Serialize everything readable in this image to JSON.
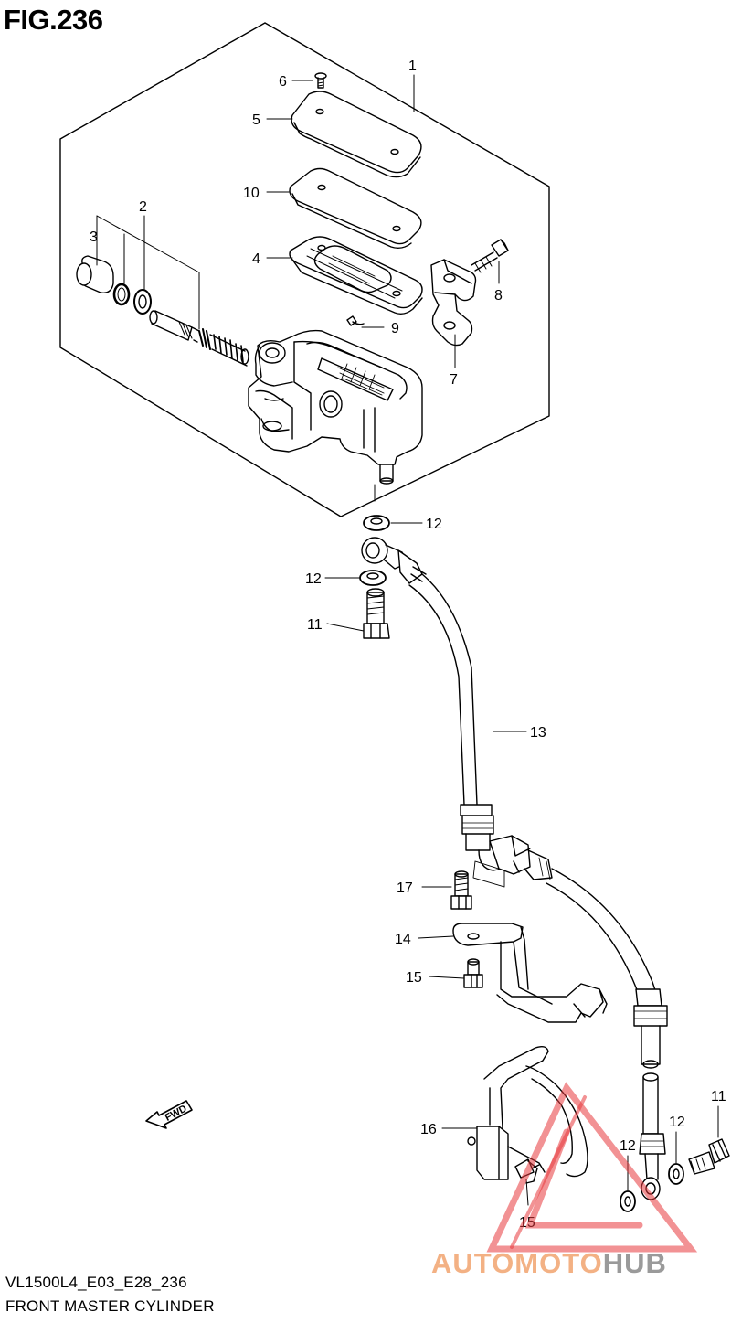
{
  "figure": {
    "title": "FIG.236",
    "model_code": "VL1500L4_E03_E28_236",
    "caption": "FRONT MASTER CYLINDER"
  },
  "callouts": [
    {
      "id": "c1",
      "label": "1"
    },
    {
      "id": "c2",
      "label": "2"
    },
    {
      "id": "c3",
      "label": "3"
    },
    {
      "id": "c4",
      "label": "4"
    },
    {
      "id": "c5",
      "label": "5"
    },
    {
      "id": "c6",
      "label": "6"
    },
    {
      "id": "c7",
      "label": "7"
    },
    {
      "id": "c8",
      "label": "8"
    },
    {
      "id": "c9",
      "label": "9"
    },
    {
      "id": "c10",
      "label": "10"
    },
    {
      "id": "c11a",
      "label": "11"
    },
    {
      "id": "c11b",
      "label": "11"
    },
    {
      "id": "c12a",
      "label": "12"
    },
    {
      "id": "c12b",
      "label": "12"
    },
    {
      "id": "c12c",
      "label": "12"
    },
    {
      "id": "c12d",
      "label": "12"
    },
    {
      "id": "c13",
      "label": "13"
    },
    {
      "id": "c14",
      "label": "14"
    },
    {
      "id": "c15a",
      "label": "15"
    },
    {
      "id": "c15b",
      "label": "15"
    },
    {
      "id": "c16",
      "label": "16"
    },
    {
      "id": "c17",
      "label": "17"
    }
  ],
  "direction_marker": {
    "label": "FWD"
  },
  "watermark": {
    "part1": "AUTOMOTO",
    "part2": "HUB",
    "color1": "#f3b184",
    "color2": "#9a9a9a",
    "logo_color": "#e8383d"
  }
}
